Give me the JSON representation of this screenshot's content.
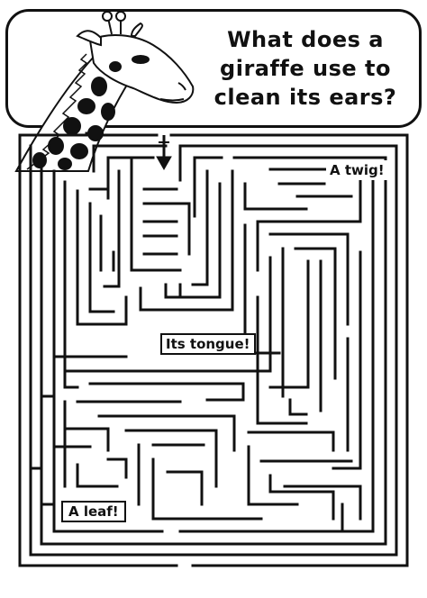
{
  "question": {
    "lines": [
      "What does a",
      "giraffe use to",
      "clean its ears?"
    ]
  },
  "answers": {
    "twig": "A twig!",
    "tongue": "Its tongue!",
    "leaf": "A leaf!"
  },
  "colors": {
    "ink": "#111111",
    "paper": "#ffffff"
  },
  "icons": {
    "start_arrow": "arrow-down-icon",
    "giraffe": "giraffe-illustration"
  }
}
